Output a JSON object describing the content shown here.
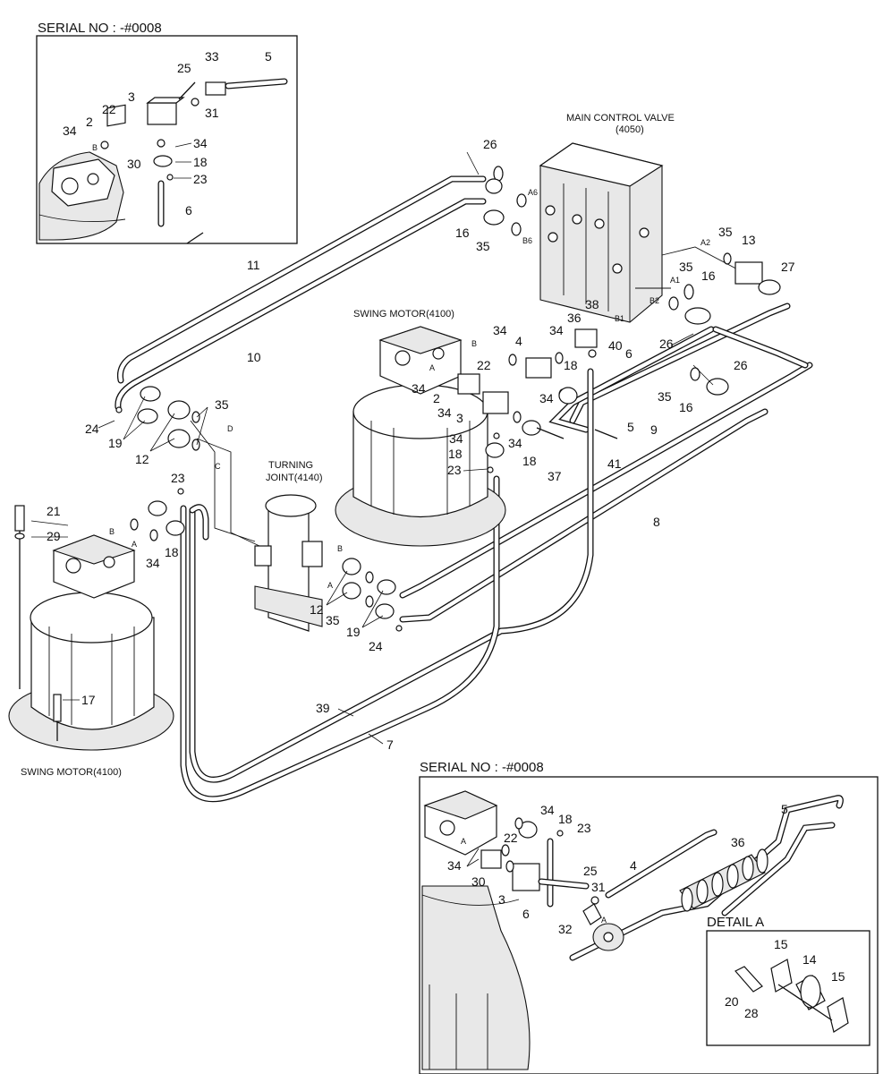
{
  "serial_top": "SERIAL NO : -#0008",
  "serial_bottom": "SERIAL NO : -#0008",
  "main_control_valve": [
    "MAIN CONTROL VALVE",
    "(4050)"
  ],
  "swing_motor_top": "SWING MOTOR(4100)",
  "swing_motor_bottom": "SWING MOTOR(4100)",
  "turning_joint": [
    "TURNING",
    "JOINT(4140)"
  ],
  "detail_a": "DETAIL A",
  "ports": {
    "a6": "A6",
    "b6": "B6",
    "a2": "A2",
    "a1": "A1",
    "b2": "B2",
    "b1": "B1",
    "b_top_inset": "B",
    "b_motor_top": "B",
    "a_motor_top": "A",
    "b_motor_left": "B",
    "a_motor_left": "A",
    "d": "D",
    "c": "C",
    "b_joint": "B",
    "a_joint": "A",
    "a_bottom": "A",
    "detail_a_marker": "A"
  },
  "callouts": {
    "top_inset": [
      "25",
      "33",
      "5",
      "3",
      "22",
      "31",
      "2",
      "34",
      "30",
      "34",
      "18",
      "23",
      "6"
    ],
    "main": [
      "26",
      "16",
      "35",
      "35",
      "13",
      "35",
      "16",
      "27",
      "11",
      "10",
      "38",
      "36",
      "34",
      "4",
      "34",
      "40",
      "26",
      "6",
      "22",
      "34",
      "2",
      "34",
      "3",
      "34",
      "18",
      "26",
      "35",
      "16",
      "24",
      "19",
      "12",
      "35",
      "34",
      "18",
      "18",
      "34",
      "23",
      "37",
      "41",
      "5",
      "9",
      "8",
      "23",
      "21",
      "29",
      "34",
      "18",
      "12",
      "35",
      "19",
      "24",
      "17",
      "39",
      "7"
    ],
    "bottom_inset": [
      "5",
      "34",
      "18",
      "23",
      "22",
      "36",
      "4",
      "34",
      "25",
      "30",
      "31",
      "3",
      "6",
      "32",
      "15",
      "14",
      "15",
      "20",
      "28"
    ]
  }
}
